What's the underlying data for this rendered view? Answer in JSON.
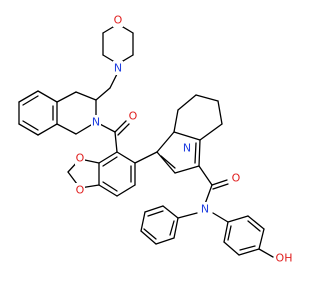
{
  "molecule": {
    "atoms": [
      {
        "id": "N1",
        "label": "N",
        "color": "#1f3fe0"
      },
      {
        "id": "O1",
        "label": "O",
        "color": "#e02020"
      },
      {
        "id": "N2",
        "label": "N",
        "color": "#1f3fe0"
      },
      {
        "id": "O2",
        "label": "O",
        "color": "#e02020"
      },
      {
        "id": "O3",
        "label": "O",
        "color": "#e02020"
      },
      {
        "id": "O4",
        "label": "O",
        "color": "#e02020"
      },
      {
        "id": "N3",
        "label": "N",
        "color": "#1f3fe0"
      },
      {
        "id": "O5",
        "label": "O",
        "color": "#e02020"
      },
      {
        "id": "N4",
        "label": "N",
        "color": "#1f3fe0"
      },
      {
        "id": "OH",
        "label": "OH",
        "color": "#e02020"
      }
    ]
  }
}
